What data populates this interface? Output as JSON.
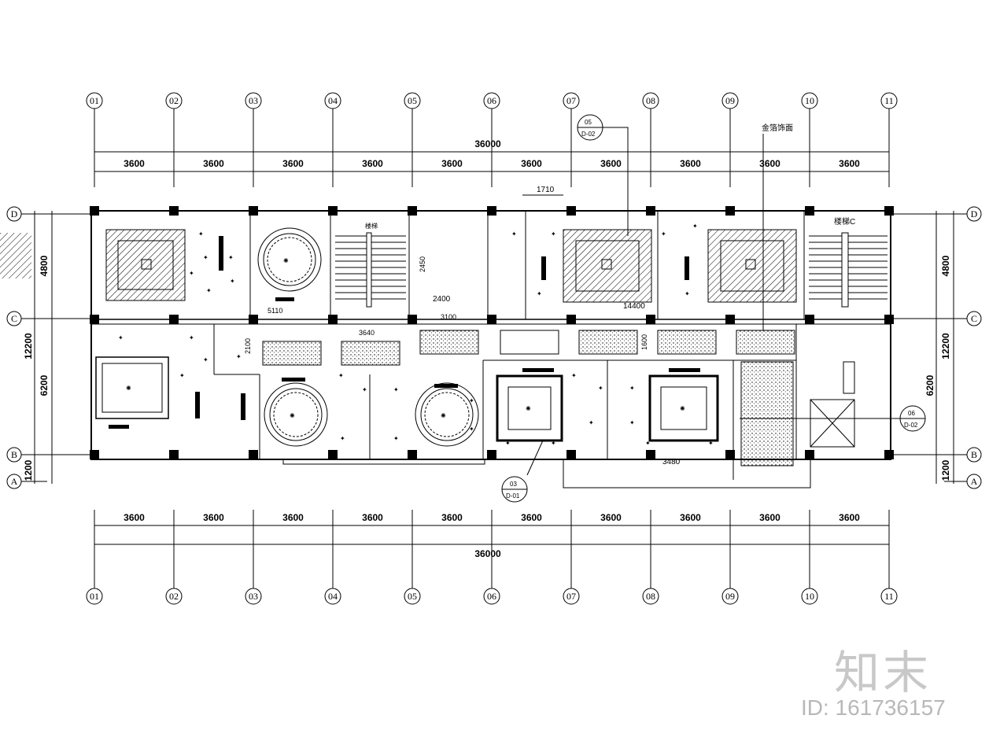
{
  "grid": {
    "columns": [
      "01",
      "02",
      "03",
      "04",
      "05",
      "06",
      "07",
      "08",
      "09",
      "10",
      "11"
    ],
    "rows": [
      "D",
      "C",
      "B",
      "A"
    ]
  },
  "dimensions": {
    "overall": "36000",
    "bays": [
      "3600",
      "3600",
      "3600",
      "3600",
      "3600",
      "3600",
      "3600",
      "3600",
      "3600",
      "3600"
    ],
    "left": [
      "4800",
      "12200",
      "6200",
      "1200"
    ],
    "right": [
      "4800",
      "12200",
      "6200",
      "1200"
    ]
  },
  "annotations": {
    "stair_left": "楼梯",
    "stair_right": "楼梯C",
    "wall_finish": "金箔饰面",
    "dim_1710": "1710",
    "dim_2400": "2400",
    "dim_3100": "3100",
    "dim_14400": "14400",
    "dim_3480": "3480",
    "dim_2100": "2100",
    "dim_1600": "1600",
    "dim_5110": "5110",
    "dim_3640": "3640",
    "dim_2450": "2450"
  },
  "callouts": [
    {
      "num": "05",
      "sheet": "D-02"
    },
    {
      "num": "03",
      "sheet": "D-01"
    },
    {
      "num": "06",
      "sheet": "D-02"
    }
  ],
  "watermark": {
    "logo": "知末",
    "id": "ID: 161736157"
  }
}
